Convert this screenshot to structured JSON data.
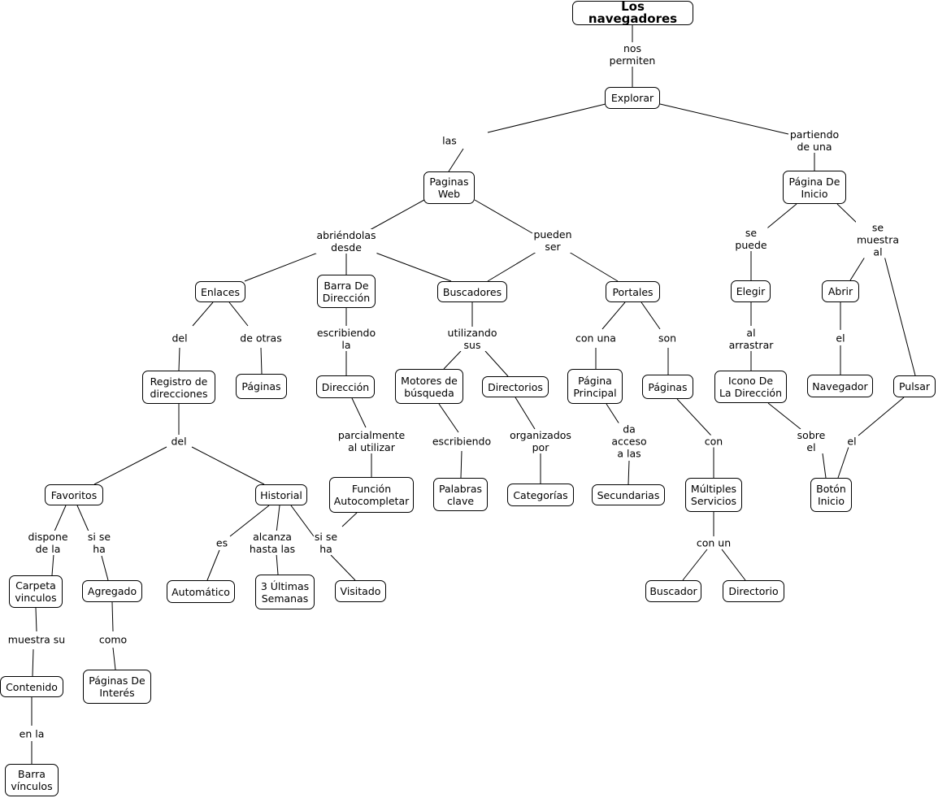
{
  "nodes": {
    "navegadores": "Los navegadores",
    "explorar": "Explorar",
    "paginas_web": "Paginas\nWeb",
    "pagina_inicio": "Página De\nInicio",
    "enlaces": "Enlaces",
    "barra_direccion": "Barra De\nDirección",
    "buscadores": "Buscadores",
    "portales": "Portales",
    "elegir": "Elegir",
    "abrir": "Abrir",
    "registro": "Registro de\ndirecciones",
    "paginas_otras": "Páginas",
    "direccion": "Dirección",
    "motores": "Motores de\nbúsqueda",
    "directorios": "Directorios",
    "pagina_principal": "Página\nPrincipal",
    "paginas_portal": "Páginas",
    "icono": "Icono De\nLa Dirección",
    "navegador": "Navegador",
    "pulsar": "Pulsar",
    "favoritos": "Favoritos",
    "historial": "Historial",
    "funcion": "Función\nAutocompletar",
    "palabras": "Palabras\nclave",
    "categorias": "Categorías",
    "secundarias": "Secundarias",
    "multiples": "Múltiples\nServicios",
    "boton": "Botón\nInicio",
    "carpeta": "Carpeta\nvinculos",
    "agregado": "Agregado",
    "automatico": "Automático",
    "semanas": "3 Últimas\nSemanas",
    "visitado": "Visitado",
    "buscador": "Buscador",
    "directorio": "Directorio",
    "contenido": "Contenido",
    "interes": "Páginas De\nInterés",
    "barra_vinculos": "Barra\nvínculos"
  },
  "links": {
    "nos_permiten": "nos\npermiten",
    "las": "las",
    "partiendo": "partiendo\nde una",
    "abriendolas": "abriéndolas\ndesde",
    "pueden_ser": "pueden\nser",
    "se_puede": "se\npuede",
    "se_muestra": "se\nmuestra\nal",
    "del_enlaces": "del",
    "de_otras": "de otras",
    "escribiendo_la": "escribiendo\nla",
    "utilizando": "utilizando\nsus",
    "con_una": "con una",
    "son": "son",
    "al_arrastrar": "al\narrastrar",
    "el_abrir": "el",
    "del_registro": "del",
    "parcialmente": "parcialmente\nal utilizar",
    "escribiendo": "escribiendo",
    "organizados": "organizados\npor",
    "da_acceso": "da\nacceso\na las",
    "con": "con",
    "sobre_el": "sobre\nel",
    "el_pulsar": "el",
    "dispone": "dispone\nde la",
    "si_se_ha_fav": "si se\nha",
    "es": "es",
    "alcanza": "alcanza\nhasta las",
    "si_se_ha_hist": "si se\nha",
    "con_un": "con un",
    "muestra_su": "muestra su",
    "como": "como",
    "en_la": "en la"
  }
}
